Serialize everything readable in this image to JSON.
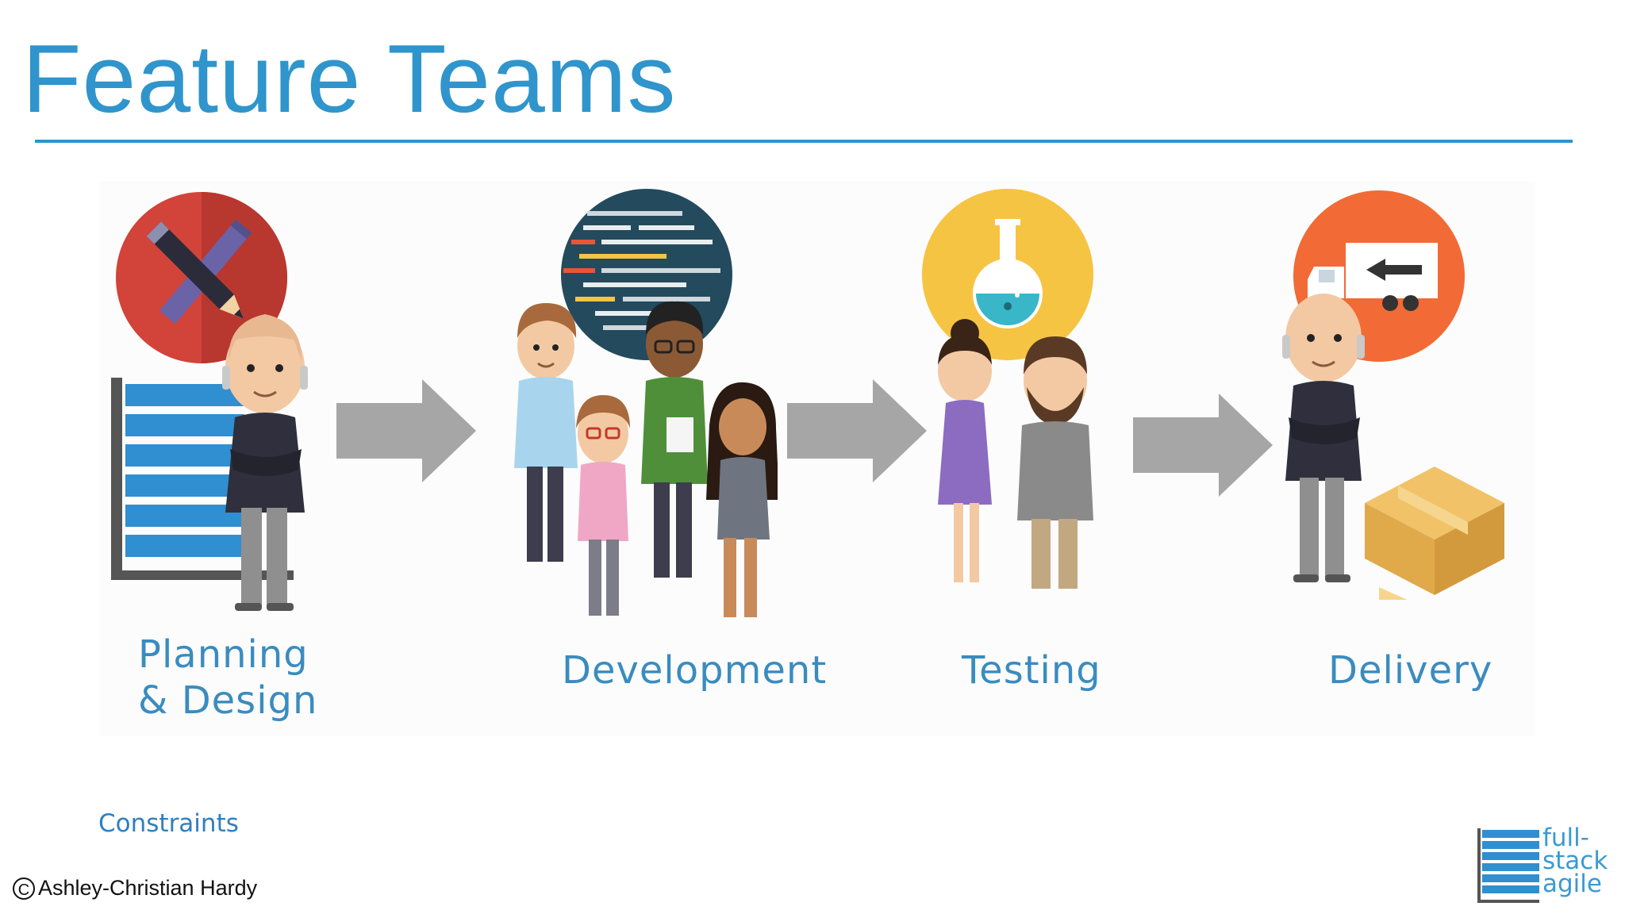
{
  "title": "Feature Teams",
  "colors": {
    "accent": "#2f95cc",
    "label": "#3a8cbf",
    "arrow": "#a6a6a6"
  },
  "stages": [
    {
      "label_line1": "Planning",
      "label_line2": "& Design",
      "icon": "pencil-ruler-icon",
      "icon_color": "#d2433a"
    },
    {
      "label": "Development",
      "icon": "code-screen-icon",
      "icon_color": "#244a5e"
    },
    {
      "label": "Testing",
      "icon": "flask-icon",
      "icon_color": "#f6c443"
    },
    {
      "label": "Delivery",
      "icon": "delivery-truck-icon",
      "icon_color": "#f26a35"
    }
  ],
  "footnote": "Constraints",
  "copyright": "Ashley-Christian Hardy",
  "logo": {
    "line1": "full-",
    "line2": "stack",
    "line3": "agile"
  }
}
